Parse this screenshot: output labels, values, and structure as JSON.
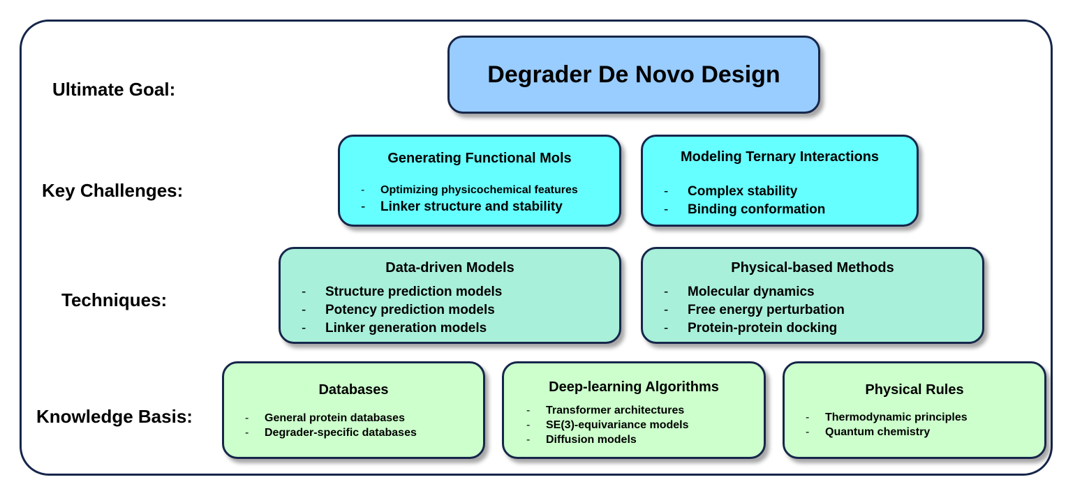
{
  "levels": {
    "goal": "Ultimate Goal:",
    "challenges": "Key Challenges:",
    "techniques": "Techniques:",
    "knowledge": "Knowledge Basis:"
  },
  "goal": {
    "title": "Degrader De Novo Design"
  },
  "challenges": [
    {
      "title": "Generating Functional Mols",
      "items": [
        "Optimizing physicochemical features",
        "Linker structure and stability"
      ]
    },
    {
      "title": "Modeling Ternary Interactions",
      "items": [
        "Complex stability",
        "Binding conformation"
      ]
    }
  ],
  "techniques": [
    {
      "title": "Data-driven Models",
      "items": [
        "Structure prediction models",
        "Potency prediction models",
        "Linker generation models"
      ]
    },
    {
      "title": "Physical-based Methods",
      "items": [
        "Molecular dynamics",
        "Free energy perturbation",
        "Protein-protein docking"
      ]
    }
  ],
  "knowledge": [
    {
      "title": "Databases",
      "items": [
        "General protein databases",
        "Degrader-specific databases"
      ]
    },
    {
      "title": "Deep-learning Algorithms",
      "items": [
        "Transformer architectures",
        "SE(3)-equivariance models",
        "Diffusion models"
      ]
    },
    {
      "title": "Physical Rules",
      "items": [
        "Thermodynamic principles",
        "Quantum chemistry"
      ]
    }
  ],
  "colors": {
    "goal": "#99ccff",
    "challenges": "#66ffff",
    "techniques": "#a8f0d9",
    "knowledge": "#ccffcc",
    "border": "#16264a"
  }
}
